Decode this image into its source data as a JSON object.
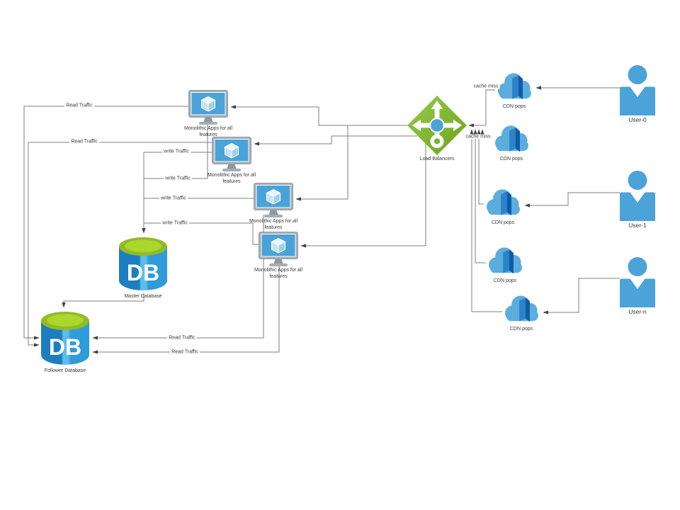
{
  "diagram": {
    "db_glyph": "DB",
    "nodes": {
      "monitors": [
        {
          "label": "Monolithic Apps for all features"
        },
        {
          "label": "Monolithic Apps for all features"
        },
        {
          "label": "Monolithic Apps for all features"
        },
        {
          "label": "Monolithic Apps for all features"
        }
      ],
      "load_balancer": {
        "label": "Load Balancers"
      },
      "cdn_pops": [
        {
          "label": "CDN pops"
        },
        {
          "label": "CDN pops"
        },
        {
          "label": "CDN pops"
        },
        {
          "label": "CDN pops"
        },
        {
          "label": "CDN pops"
        }
      ],
      "users": [
        {
          "label": "User-0"
        },
        {
          "label": "User-1"
        },
        {
          "label": "User-n"
        }
      ],
      "databases": [
        {
          "label": "Master Database"
        },
        {
          "label": "Follower Database"
        }
      ]
    },
    "edge_labels": {
      "read_1": "Read Traffic",
      "read_2": "Read Traffic",
      "read_3": "Read Traffic",
      "read_4": "Read Traffic",
      "write_1": "write Traffic",
      "write_2": "write Traffic",
      "write_3": "write Traffic",
      "write_4": "write Traffic",
      "cache_miss_1": "cache miss",
      "cache_miss_2": "cache miss"
    },
    "colors": {
      "connector_line": "#7d7d7d",
      "arrowhead": "#424242",
      "monitor_frame": "#a6aeb4",
      "monitor_screen": "#49a3d9",
      "load_balancer_green": "#7db928",
      "cdn_cloud_blue": "#5badde",
      "cdn_door_dark": "#0f5ca6",
      "db_body_blue": "#2f9bd8",
      "db_top_green": "#abd62c",
      "user_blue": "#4ba3d9",
      "label_text": "#3a3a3a"
    }
  }
}
